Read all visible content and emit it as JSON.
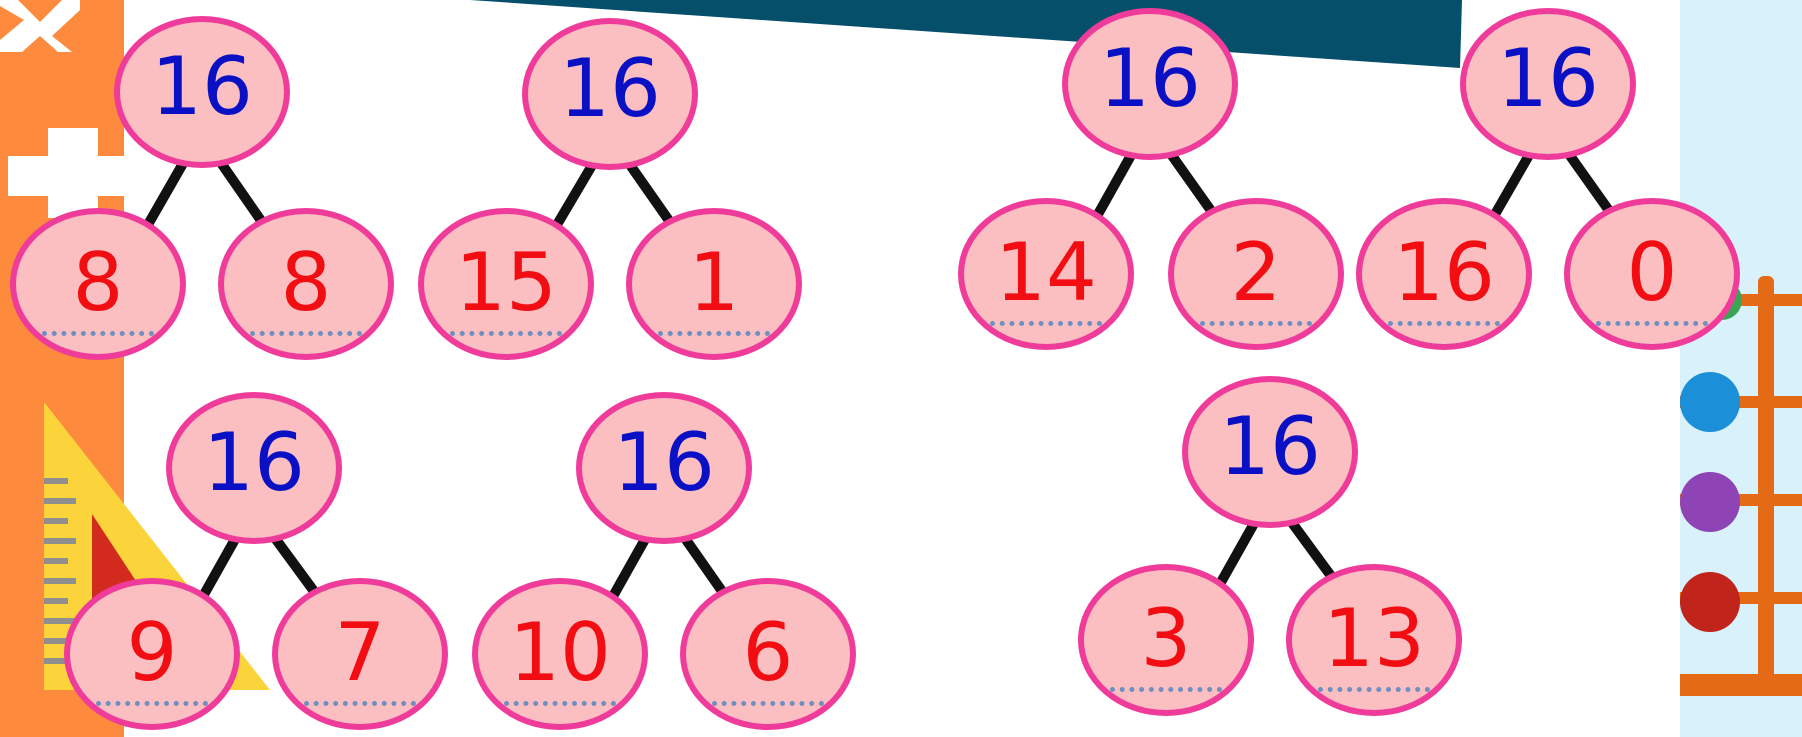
{
  "colors": {
    "background": "#ffffff",
    "left_strip": "#fe8a3d",
    "top_banner": "#054f6a",
    "right_panel": "#d9f1fb",
    "node_fill": "#fbbfc1",
    "node_border": "#ef3c9a",
    "whole_text": "#0a10c4",
    "part_text": "#f20d12",
    "blank_line": "#6f8fc0",
    "branch": "#111111",
    "abacus_frame": "#e46a15",
    "bead_blue": "#1b8fd8",
    "bead_purple": "#8e44b5",
    "bead_red": "#c0241b",
    "ruler": "#fbd43c",
    "ruler_inner": "#d22a1c"
  },
  "bonds": [
    {
      "whole": "16",
      "parts": [
        "8",
        "8"
      ]
    },
    {
      "whole": "16",
      "parts": [
        "15",
        "1"
      ]
    },
    {
      "whole": "16",
      "parts": [
        "14",
        "2"
      ]
    },
    {
      "whole": "16",
      "parts": [
        "16",
        "0"
      ]
    },
    {
      "whole": "16",
      "parts": [
        "9",
        "7"
      ]
    },
    {
      "whole": "16",
      "parts": [
        "10",
        "6"
      ]
    },
    {
      "whole": "16",
      "parts": [
        "3",
        "13"
      ]
    }
  ]
}
